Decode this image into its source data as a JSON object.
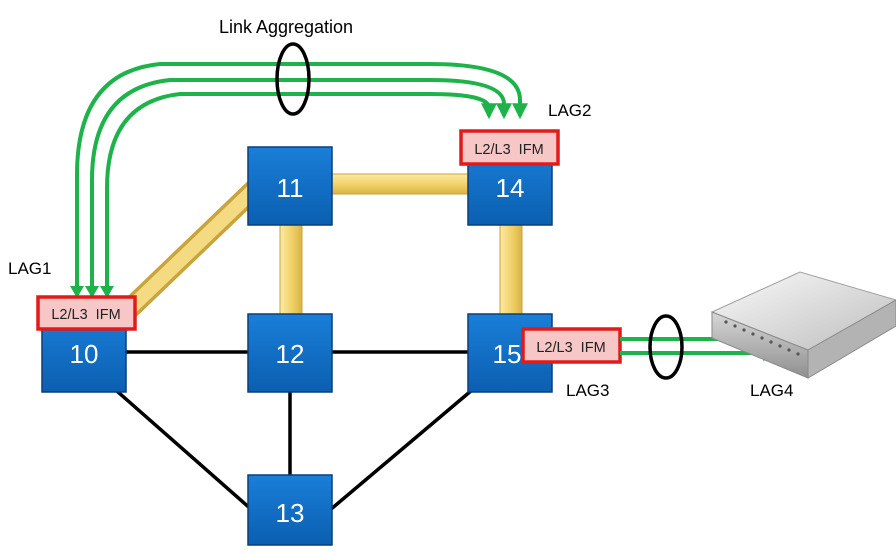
{
  "title": "Link Aggregation",
  "nodes": {
    "n10": "10",
    "n11": "11",
    "n12": "12",
    "n13": "13",
    "n14": "14",
    "n15": "15"
  },
  "ifm": {
    "lag1": "L2/L3  IFM",
    "lag2": "L2/L3  IFM",
    "lag3": "L2/L3  IFM"
  },
  "labels": {
    "lag1": "LAG1",
    "lag2": "LAG2",
    "lag3": "LAG3",
    "lag4": "LAG4"
  },
  "colors": {
    "node_fill": "#1170c8",
    "node_border": "#0a3f7a",
    "highlight_link": "#f2d36b",
    "plain_link": "#000000",
    "aggregation_arrow": "#1db34a",
    "ifm_fill": "#f7c6c6",
    "ifm_border": "#e21a1a"
  },
  "device": {
    "icon": "network-switch-icon"
  }
}
